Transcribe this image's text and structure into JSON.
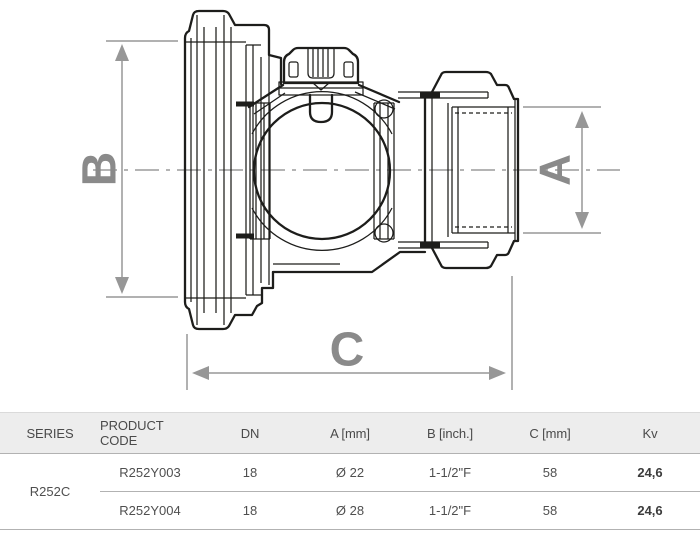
{
  "diagram": {
    "dim_a": "A",
    "dim_b": "B",
    "dim_c": "C"
  },
  "table": {
    "headers": [
      "SERIES",
      "PRODUCT CODE",
      "DN",
      "A [mm]",
      "B [inch.]",
      "C [mm]",
      "Kv"
    ],
    "series_label": "R252C",
    "rows": [
      {
        "code": "R252Y003",
        "dn": "18",
        "a": "Ø 22",
        "b": "1-1/2\"F",
        "c": "58",
        "kv": "24,6"
      },
      {
        "code": "R252Y004",
        "dn": "18",
        "a": "Ø 28",
        "b": "1-1/2\"F",
        "c": "58",
        "kv": "24,6"
      }
    ]
  },
  "colors": {
    "line": "#1d1d1b",
    "dimension": "#979797",
    "dimension_label": "#8a8a8a",
    "header_bg": "#ededed",
    "border": "#b2b2b2"
  }
}
